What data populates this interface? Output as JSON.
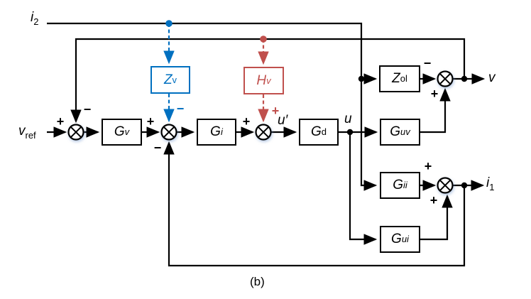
{
  "caption": "(b)",
  "colors": {
    "wire_black": "#000000",
    "feedforward_blue": "#0070C0",
    "feedforward_red": "#C0504D"
  },
  "terminals": {
    "i2": {
      "main": "i",
      "sub": "2"
    },
    "vref": {
      "main": "v",
      "sub": "ref"
    },
    "u_prime": {
      "main": "u′"
    },
    "u": {
      "main": "u"
    },
    "v": {
      "main": "v"
    },
    "i1": {
      "main": "i",
      "sub": "1"
    }
  },
  "blocks": {
    "gv": {
      "main": "G",
      "sub": "v"
    },
    "gi": {
      "main": "G",
      "sub": "i"
    },
    "gd": {
      "main": "G",
      "sub": "d"
    },
    "zv": {
      "main": "Z",
      "sub": "v"
    },
    "hv": {
      "main": "H",
      "sub": "v"
    },
    "zol": {
      "main": "Z",
      "sub": "ol"
    },
    "guv": {
      "main": "G",
      "sub": "uv"
    },
    "gii": {
      "main": "G",
      "sub": "ii"
    },
    "gui": {
      "main": "G",
      "sub": "ui"
    }
  },
  "signs": {
    "sum1": {
      "plus": "+",
      "minus": "−"
    },
    "sum2": {
      "plus": "+",
      "minus_feedback": "−",
      "minus_zv": "−"
    },
    "sum3": {
      "plus": "+",
      "plus_hv": "+"
    },
    "sum_v": {
      "minus": "−",
      "plus": "+"
    },
    "sum_i1": {
      "plus_top": "+",
      "plus_bottom": "+"
    }
  }
}
